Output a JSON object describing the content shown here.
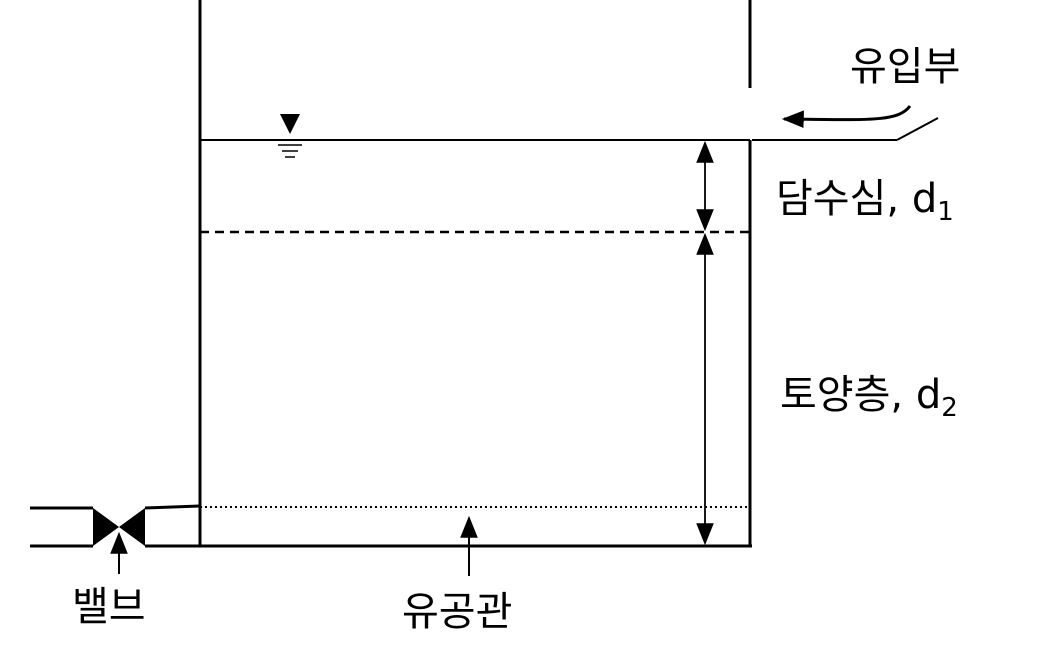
{
  "labels": {
    "inlet": "유입부",
    "ponding_depth": "담수심, d",
    "ponding_depth_sub": "1",
    "soil_layer": "토양층, d",
    "soil_layer_sub": "2",
    "valve": "밸브",
    "perforated_pipe": "유공관"
  },
  "colors": {
    "line": "#000000",
    "background": "#ffffff"
  },
  "icons": {
    "water_level": "water-surface-triangle-icon",
    "valve": "bowtie-valve-icon"
  }
}
